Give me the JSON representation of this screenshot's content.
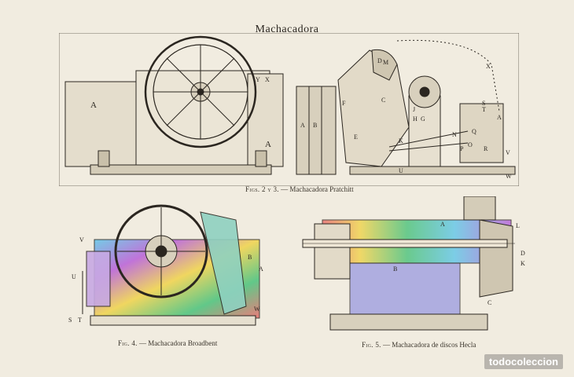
{
  "page": {
    "title": "Machacadora"
  },
  "figures": {
    "fig23": {
      "caption_prefix": "Figs. 2 y 3.",
      "caption_text": "— Machacadora Pratchitt",
      "labels": {
        "a_left": "A",
        "a_right": "A",
        "x": "X",
        "y": "Y",
        "a2": "A",
        "b2": "B",
        "c2": "C",
        "d2": "D",
        "e2": "E",
        "f2": "F",
        "g2": "G",
        "h2": "H",
        "j2": "J",
        "k2": "K",
        "m2": "M",
        "n2": "N",
        "o2": "O",
        "p2": "P",
        "q2": "Q",
        "r2": "R",
        "s2": "S",
        "t2": "T",
        "u2": "U",
        "v2": "V",
        "w2": "W",
        "x2": "X"
      }
    },
    "fig4": {
      "caption_prefix": "Fig. 4.",
      "caption_text": "— Machacadora Broadbent",
      "labels": {
        "s": "S",
        "t": "T",
        "u": "U",
        "v": "V",
        "w": "W",
        "b": "B",
        "a": "A"
      }
    },
    "fig5": {
      "caption_prefix": "Fig. 5.",
      "caption_text": "— Machacadora de discos Hecla",
      "labels": {
        "a": "A",
        "b": "B",
        "c": "C",
        "d": "D",
        "k": "K",
        "l": "L"
      }
    }
  },
  "watermark": {
    "text": "todocoleccion"
  }
}
